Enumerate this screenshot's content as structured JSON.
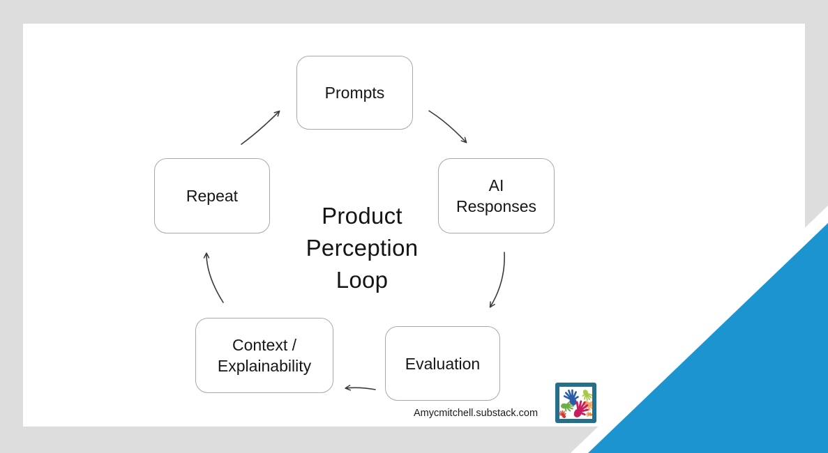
{
  "page": {
    "background_color": "#dedddd",
    "card_color": "#ffffff",
    "accent_triangle_color": "#1c94cf"
  },
  "diagram": {
    "title": "Product\nPerception\nLoop",
    "nodes": [
      {
        "id": "prompts",
        "label": "Prompts"
      },
      {
        "id": "ai-responses",
        "label": "AI\nResponses"
      },
      {
        "id": "evaluation",
        "label": "Evaluation"
      },
      {
        "id": "context",
        "label": "Context /\nExplainability"
      },
      {
        "id": "repeat",
        "label": "Repeat"
      }
    ],
    "flow": [
      "Prompts",
      "AI Responses",
      "Evaluation",
      "Context / Explainability",
      "Repeat",
      "Prompts"
    ]
  },
  "footer": {
    "credit": "Amycmitchell.substack.com"
  },
  "colors": {
    "box_border": "#a8a8a8",
    "arrow": "#3a3a3a",
    "logo_border": "#256e8c"
  }
}
